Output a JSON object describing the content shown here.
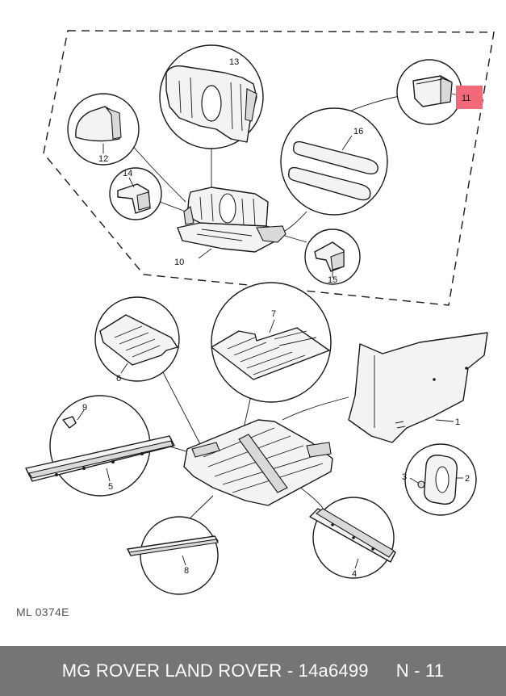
{
  "diagram": {
    "reference_code": "ML 0374E",
    "highlight_color": "#f26a7a",
    "callouts": {
      "c1": "1",
      "c2": "2",
      "c3": "3",
      "c4": "4",
      "c5": "5",
      "c6": "6",
      "c7": "7",
      "c8": "8",
      "c9": "9",
      "c10": "10",
      "c11": "11",
      "c12": "12",
      "c13": "13",
      "c14": "14",
      "c15": "15",
      "c16": "16"
    },
    "highlighted_callout": "11"
  },
  "footer": {
    "title": "MG ROVER LAND ROVER - 14a6499",
    "page": "N - 11",
    "background": "#757575"
  }
}
